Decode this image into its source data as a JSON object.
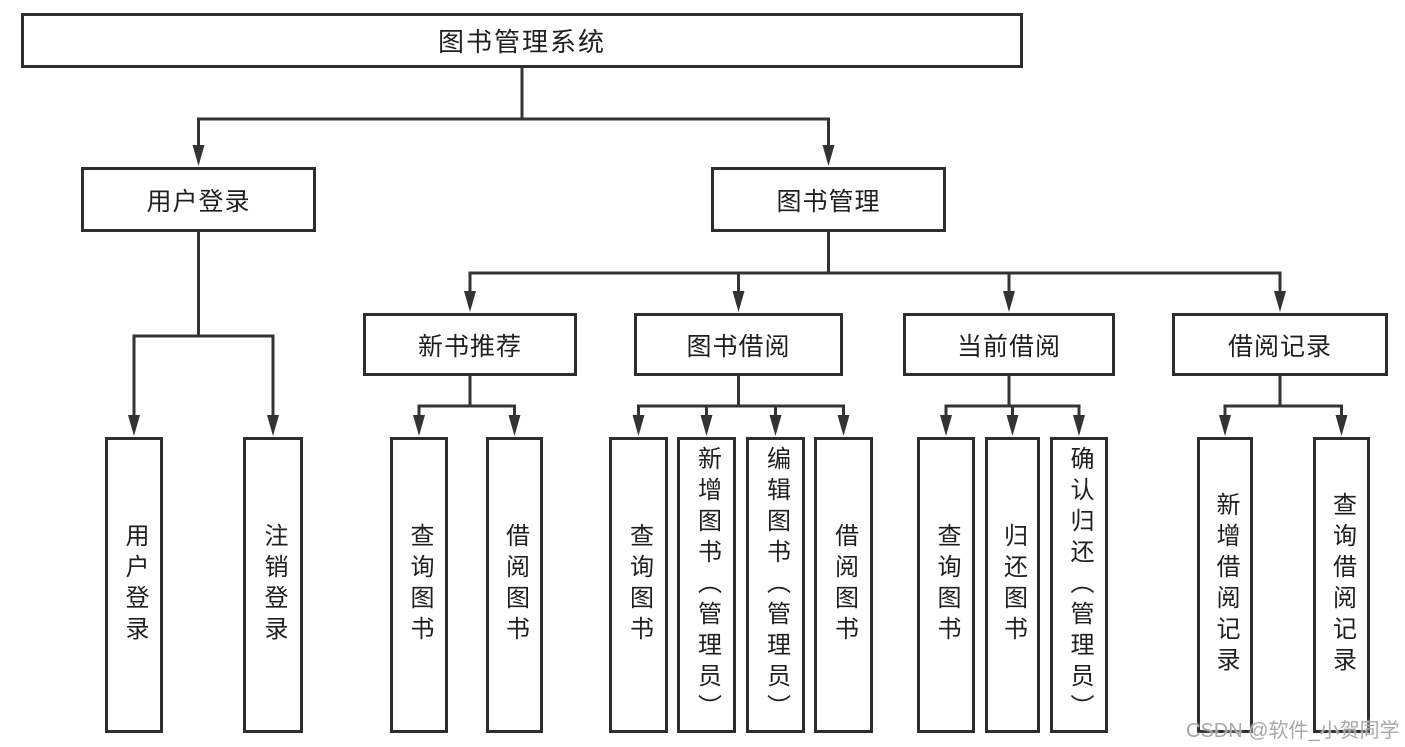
{
  "diagram": {
    "title": "图书管理系统",
    "root": {
      "label": "图书管理系统"
    },
    "level2": {
      "user_login": {
        "label": "用户登录"
      },
      "book_mgmt": {
        "label": "图书管理"
      }
    },
    "level3": {
      "new_books": {
        "label": "新书推荐"
      },
      "book_borrow": {
        "label": "图书借阅"
      },
      "current_borrow": {
        "label": "当前借阅"
      },
      "borrow_records": {
        "label": "借阅记录"
      }
    },
    "leaves": {
      "ul_login": "用户登录",
      "ul_logout": "注销登录",
      "nb_query": "查询图书",
      "nb_borrow": "借阅图书",
      "bb_query": "查询图书",
      "bb_add": "新增图书（管理员）",
      "bb_edit": "编辑图书（管理员）",
      "bb_borrow": "借阅图书",
      "cb_query": "查询图书",
      "cb_return": "归还图书",
      "cb_confirm": "确认归还（管理员）",
      "br_add": "新增借阅记录",
      "br_query": "查询借阅记录"
    }
  },
  "watermark": {
    "text": "CSDN @软件_小贺同学",
    "color": "#a8a8a8"
  },
  "colors": {
    "line": "#333333",
    "box_border": "#2d2d2d",
    "text": "#1f1f1f",
    "background": "#ffffff"
  }
}
